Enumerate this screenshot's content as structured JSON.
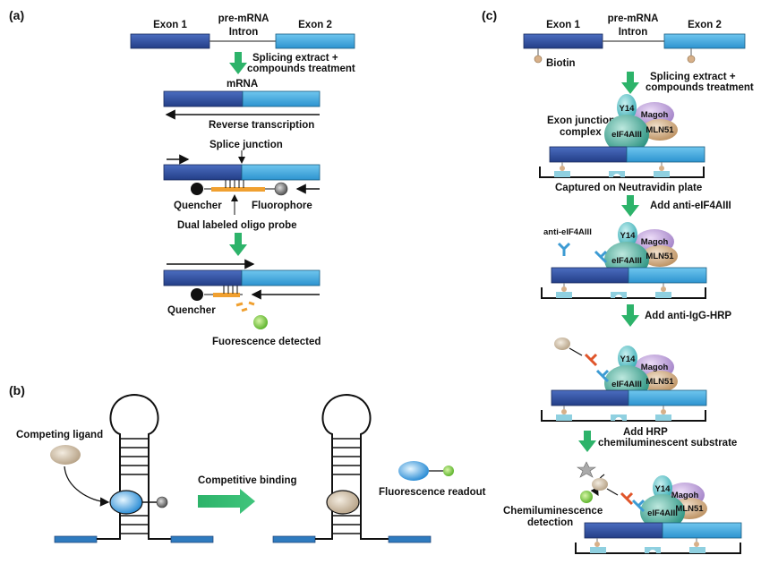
{
  "panels": {
    "a": "(a)",
    "b": "(b)",
    "c": "(c)"
  },
  "a": {
    "exon1": "Exon 1",
    "premrna": "pre-mRNA",
    "intron": "Intron",
    "exon2": "Exon 2",
    "step1_line1": "Splicing extract +",
    "step1_line2": "compounds treatment",
    "mrna": "mRNA",
    "rt": "Reverse transcription",
    "splice_junction": "Splice junction",
    "quencher": "Quencher",
    "fluorophore": "Fluorophore",
    "probe": "Dual labeled oligo probe",
    "quencher2": "Quencher",
    "fluor_detected": "Fuorescence detected"
  },
  "b": {
    "competing_ligand": "Competing ligand",
    "competitive_binding": "Competitive binding",
    "readout": "Fluorescence readout"
  },
  "c": {
    "exon1": "Exon 1",
    "premrna": "pre-mRNA",
    "intron": "Intron",
    "exon2": "Exon 2",
    "biotin": "Biotin",
    "step1_line1": "Splicing extract +",
    "step1_line2": "compounds treatment",
    "ejc_line1": "Exon junction",
    "ejc_line2": "complex",
    "y14": "Y14",
    "magoh": "Magoh",
    "mln51": "MLN51",
    "eif4aiii": "eIF4AIII",
    "captured": "Captured on Neutravidin plate",
    "add_anti_eif": "Add anti-eIF4AIII",
    "anti_eif_label": "anti-eIF4AIII",
    "add_anti_igg": "Add anti-IgG-HRP",
    "add_hrp_line1": "Add HRP",
    "add_hrp_line2": "chemiluminescent substrate",
    "chemi_line1": "Chemiluminescence",
    "chemi_line2": "detection"
  },
  "colors": {
    "exon_dark": "#2f4fa0",
    "exon_light": "#3fa6dc",
    "arrow_green": "#2db36a",
    "probe_orange": "#f0a030",
    "antibody_blue": "#3d9bd3",
    "antibody_red": "#e0552a",
    "y14": "#4fb9c0",
    "eif4aiii": "#3a9e8f",
    "magoh": "#b89ad4",
    "mln51": "#c9a27a",
    "ligand": "#cdbba3",
    "well": "#8fd0e0"
  }
}
